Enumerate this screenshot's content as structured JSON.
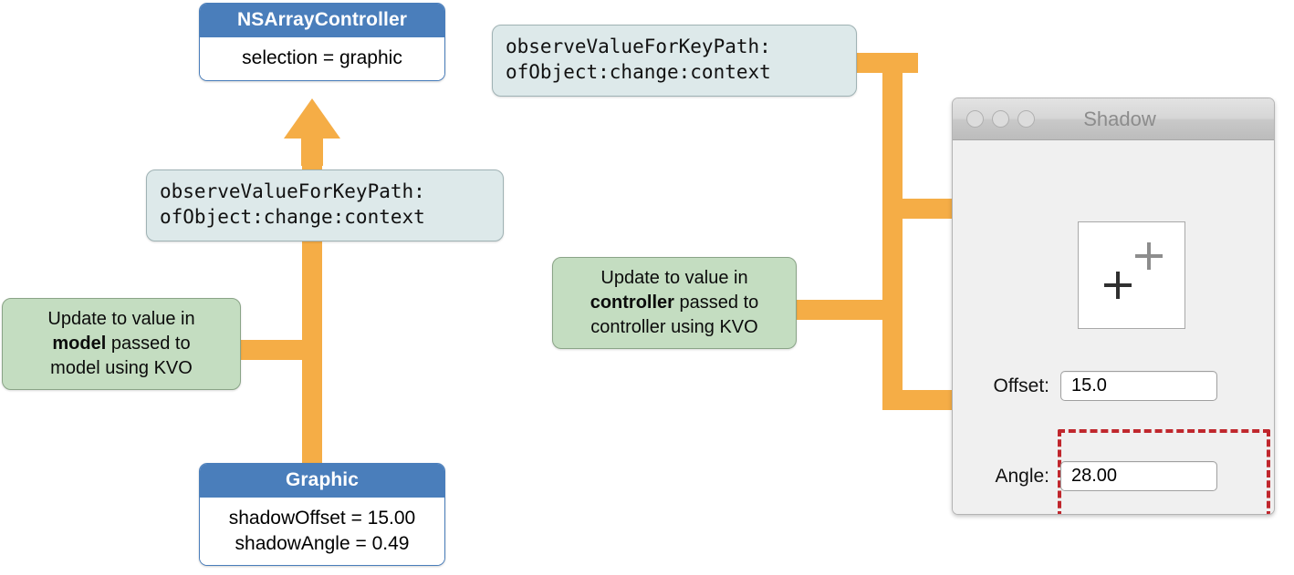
{
  "diagram": {
    "title": "KVO notification flow between model, controller, and view",
    "accent_orange": "#f5ad46",
    "class_header_blue": "#4a7ebb",
    "note_green": "#c4ddc1",
    "code_bg": "#dde9ea",
    "highlight_red": "#c0272d"
  },
  "array_controller": {
    "name": "NSArrayController",
    "body_rows": [
      "selection = graphic"
    ]
  },
  "graphic": {
    "name": "Graphic",
    "body_rows": [
      "shadowOffset = 15.00",
      "shadowAngle = 0.49"
    ]
  },
  "code_callout_top": {
    "lines": [
      "observeValueForKeyPath:",
      "ofObject:change:context"
    ]
  },
  "code_callout_left": {
    "lines": [
      "observeValueForKeyPath:",
      "ofObject:change:context"
    ]
  },
  "note_model": {
    "line1": "Update to value in",
    "emphasis": "model",
    "line2_rest": " passed to",
    "line3": "model using KVO"
  },
  "note_controller": {
    "line1": "Update to value in",
    "emphasis": "controller",
    "line2_rest": " passed to",
    "line3": "controller using KVO"
  },
  "window": {
    "title": "Shadow",
    "traffic_lights": [
      "close",
      "minimize",
      "zoom"
    ],
    "fields": [
      {
        "label": "Offset:",
        "value": "15.0",
        "highlighted": false
      },
      {
        "label": "Angle:",
        "value": "28.00",
        "highlighted": true
      }
    ],
    "preview": {
      "shadow_marker": "plus-shadow",
      "main_marker": "plus-main"
    }
  }
}
